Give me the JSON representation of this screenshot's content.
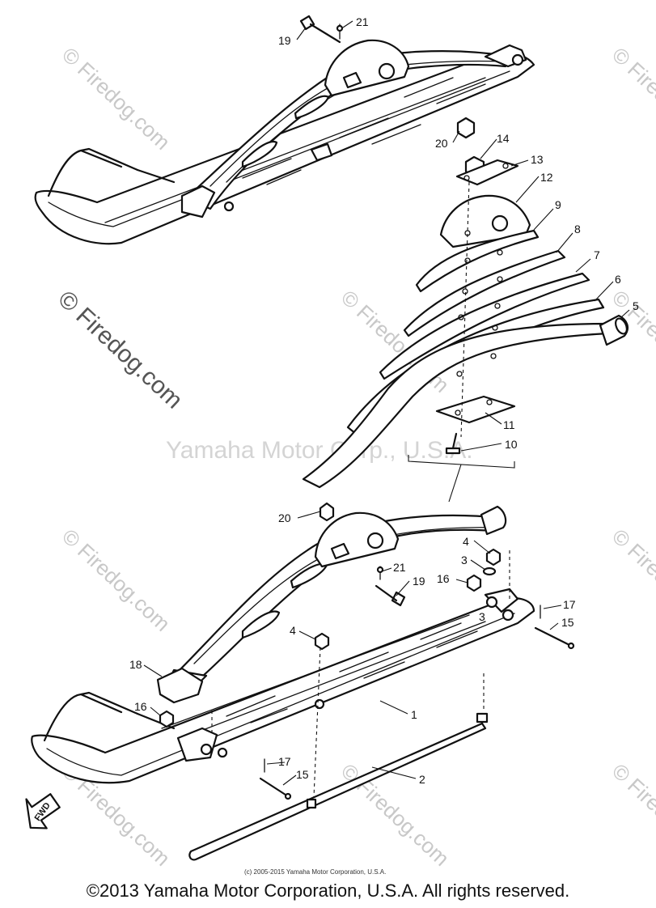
{
  "watermarks": {
    "center": "Yamaha Motor Corp., U.S.A.",
    "side": "© Firedog.com",
    "corner": "©"
  },
  "fwd_badge": "FWD",
  "part_labels": [
    "1",
    "2",
    "3",
    "4",
    "5",
    "6",
    "7",
    "8",
    "9",
    "10",
    "11",
    "12",
    "13",
    "14",
    "15",
    "15",
    "16",
    "16",
    "17",
    "17",
    "18",
    "19",
    "19",
    "20",
    "20",
    "21",
    "21",
    "4",
    "3"
  ],
  "small_copyright": "(c) 2005-2015 Yamaha Motor Corporation, U.S.A.",
  "footer_copyright": "©2013 Yamaha Motor Corporation, U.S.A. All rights reserved."
}
